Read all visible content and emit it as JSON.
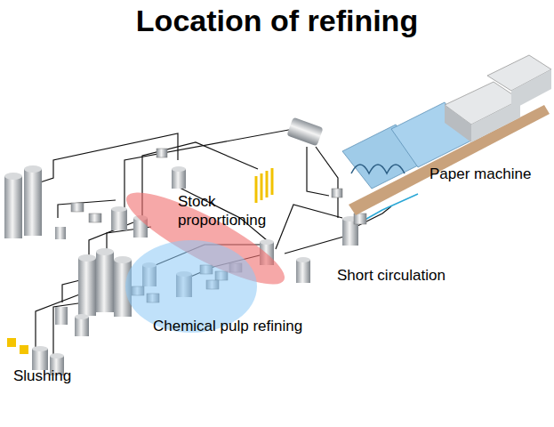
{
  "diagram": {
    "title": "Location of refining",
    "nodes": [
      {
        "text": [
          "Stock proportioning"
        ]
      },
      {
        "text": [
          "Chemical pulp refining"
        ]
      }
    ],
    "labels": [
      "Paper machine",
      "Short circulation",
      "Slushing"
    ]
  }
}
